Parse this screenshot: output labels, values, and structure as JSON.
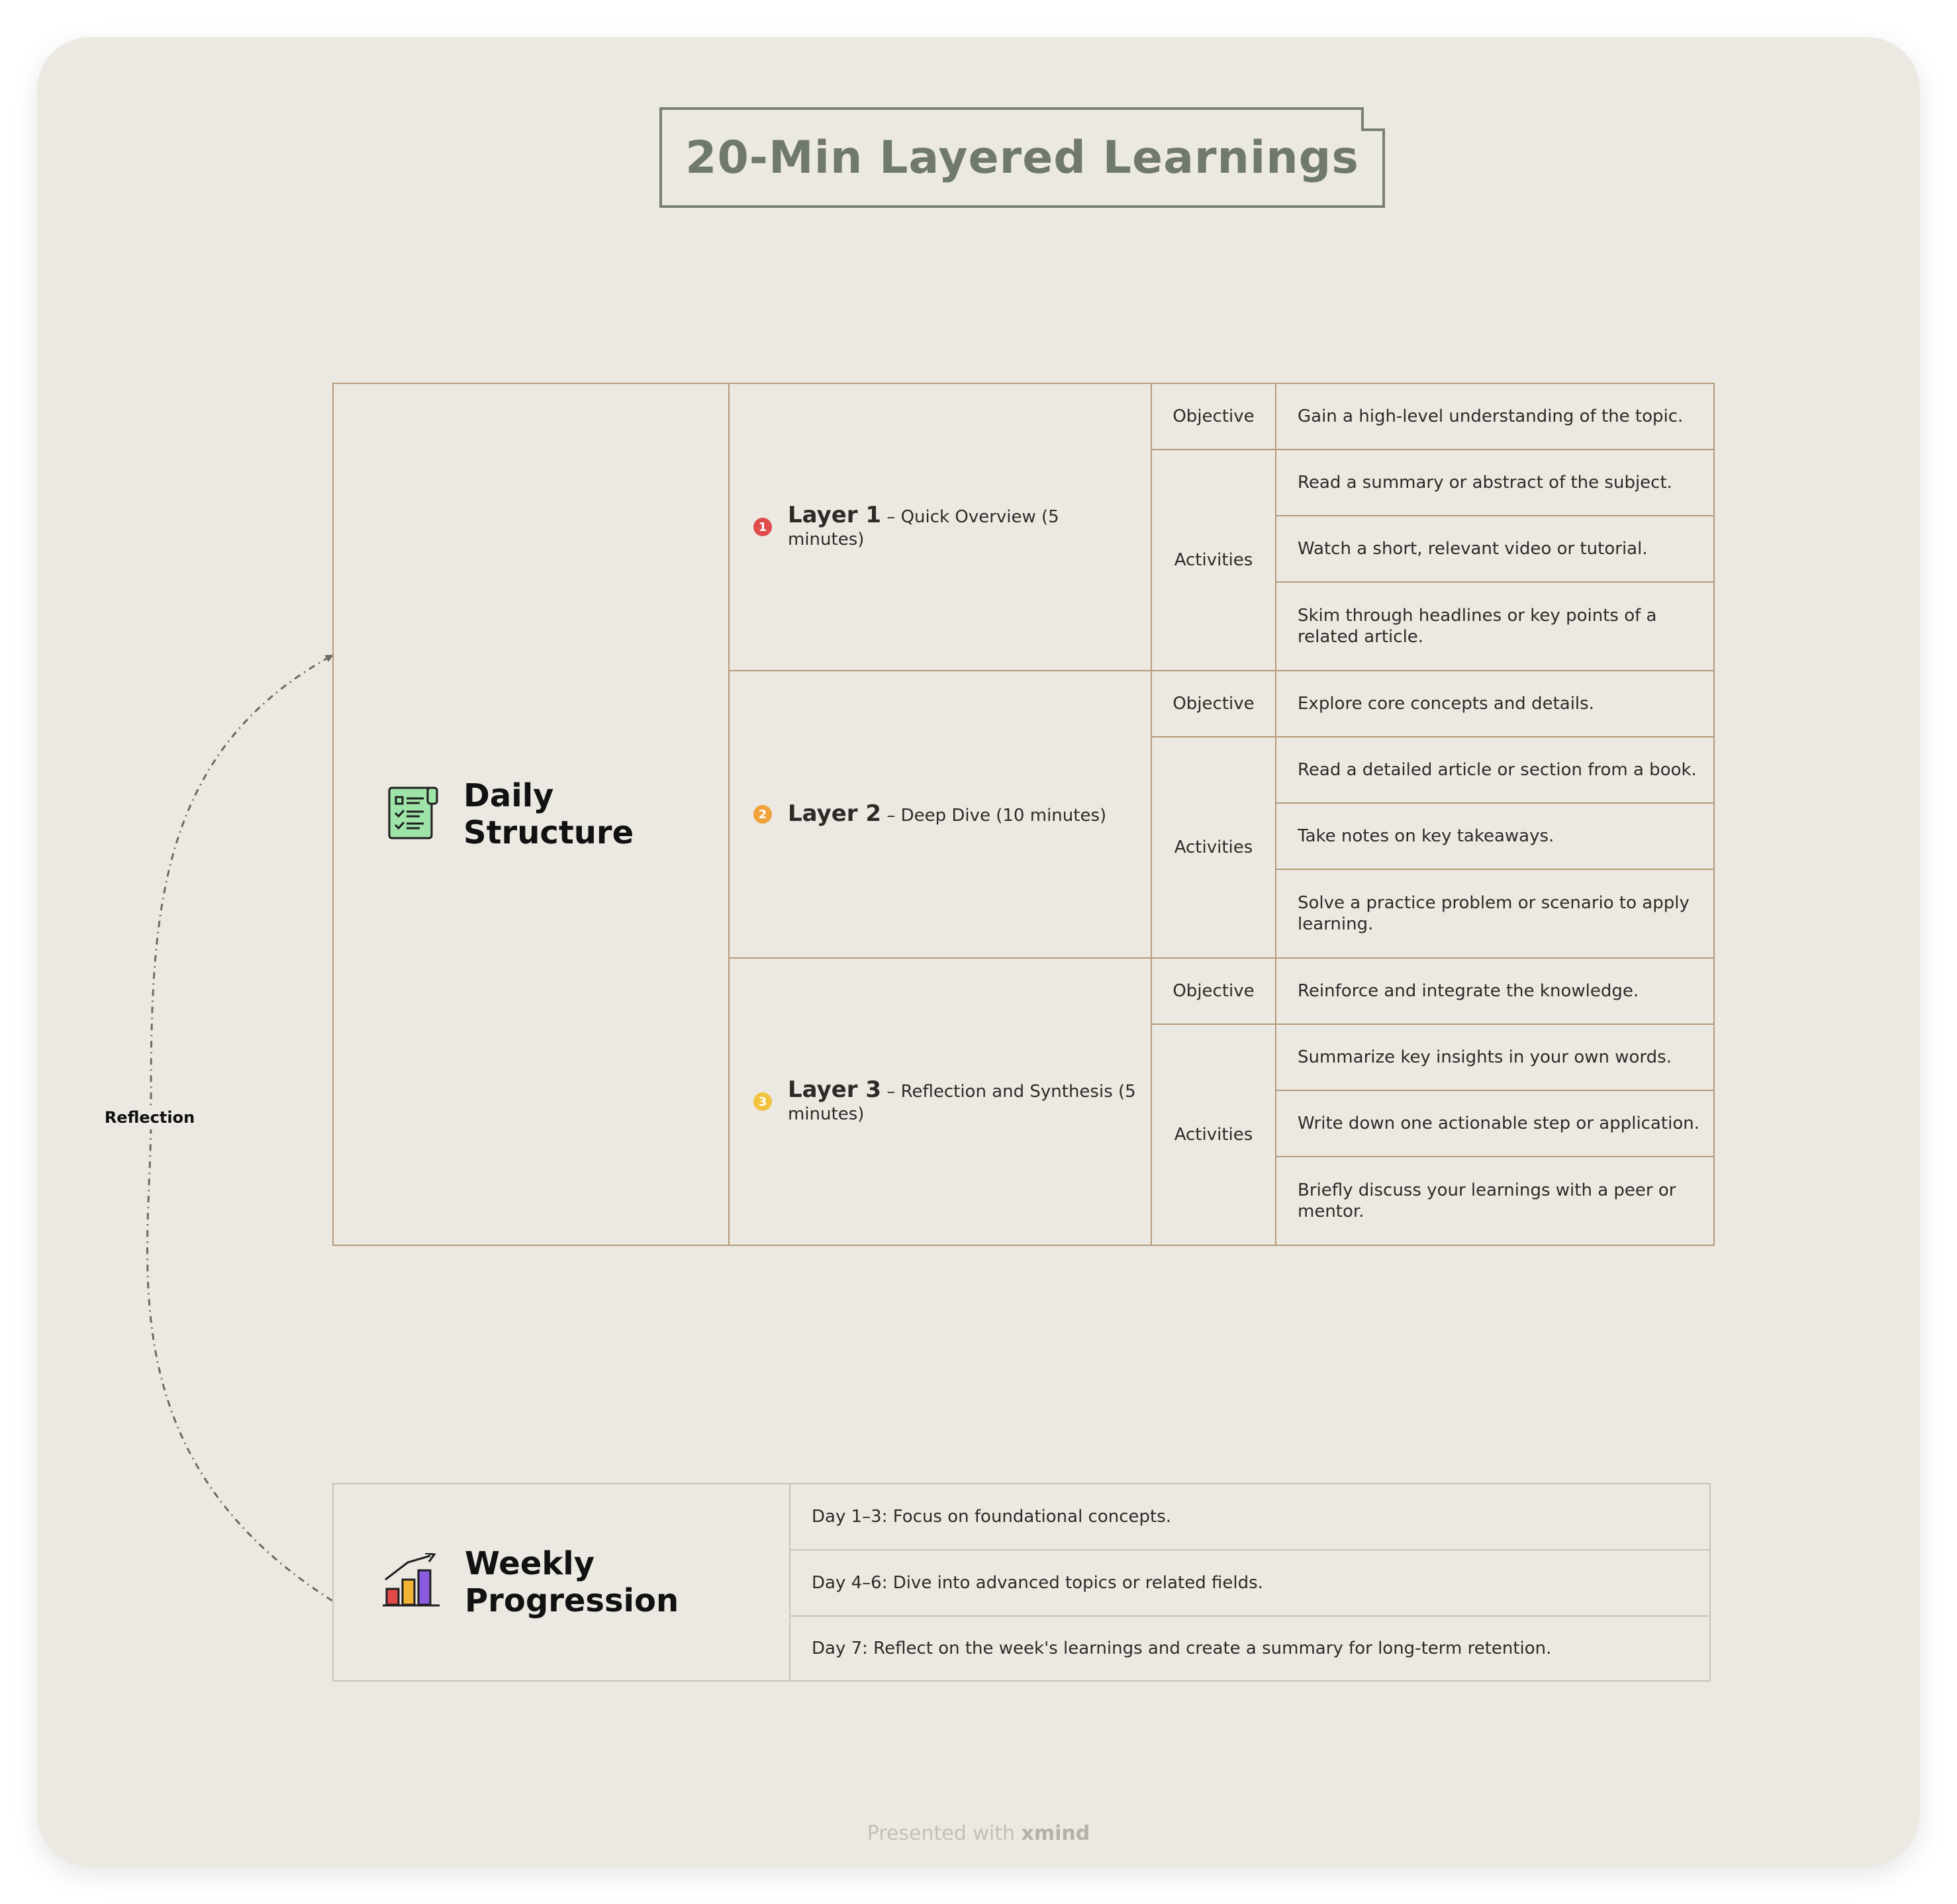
{
  "title": "20-Min Layered Learnings",
  "daily_structure": {
    "label": "Daily Structure",
    "icon": "checklist-icon",
    "layers": [
      {
        "number": "1",
        "badge_color": "#E04B4B",
        "name": "Layer 1",
        "description": "– Quick Overview (5 minutes)",
        "objective_label": "Objective",
        "objective": "Gain a high-level understanding of the topic.",
        "activities_label": "Activities",
        "activities": [
          "Read a summary or abstract of the subject.",
          "Watch a short, relevant video or tutorial.",
          "Skim through headlines or key points of a related article."
        ]
      },
      {
        "number": "2",
        "badge_color": "#F0A23A",
        "name": "Layer 2",
        "description": "– Deep Dive (10 minutes)",
        "objective_label": "Objective",
        "objective": "Explore core concepts and details.",
        "activities_label": "Activities",
        "activities": [
          "Read a detailed article or section from a book.",
          "Take notes on key takeaways.",
          "Solve a practice problem or scenario to apply learning."
        ]
      },
      {
        "number": "3",
        "badge_color": "#F2C23E",
        "name": "Layer 3",
        "description": "– Reflection and Synthesis (5 minutes)",
        "objective_label": "Objective",
        "objective": "Reinforce and integrate the knowledge.",
        "activities_label": "Activities",
        "activities": [
          "Summarize key insights in your own words.",
          "Write down one actionable step or application.",
          "Briefly discuss your learnings with a peer or mentor."
        ]
      }
    ]
  },
  "weekly_progression": {
    "label": "Weekly Progression",
    "icon": "bar-chart-growth-icon",
    "items": [
      "Day 1–3: Focus on foundational concepts.",
      "Day 4–6: Dive into advanced topics or related fields.",
      "Day 7: Reflect on the week's learnings and create a summary for long-term retention."
    ]
  },
  "relationship": {
    "label": "Reflection"
  },
  "footer": {
    "prefix": "Presented with",
    "brand": "xmind"
  },
  "colors": {
    "background": "#ECE9E3",
    "daily_border": "#B59A78",
    "weekly_border": "#C9C4BC",
    "title": "#707A6C"
  }
}
